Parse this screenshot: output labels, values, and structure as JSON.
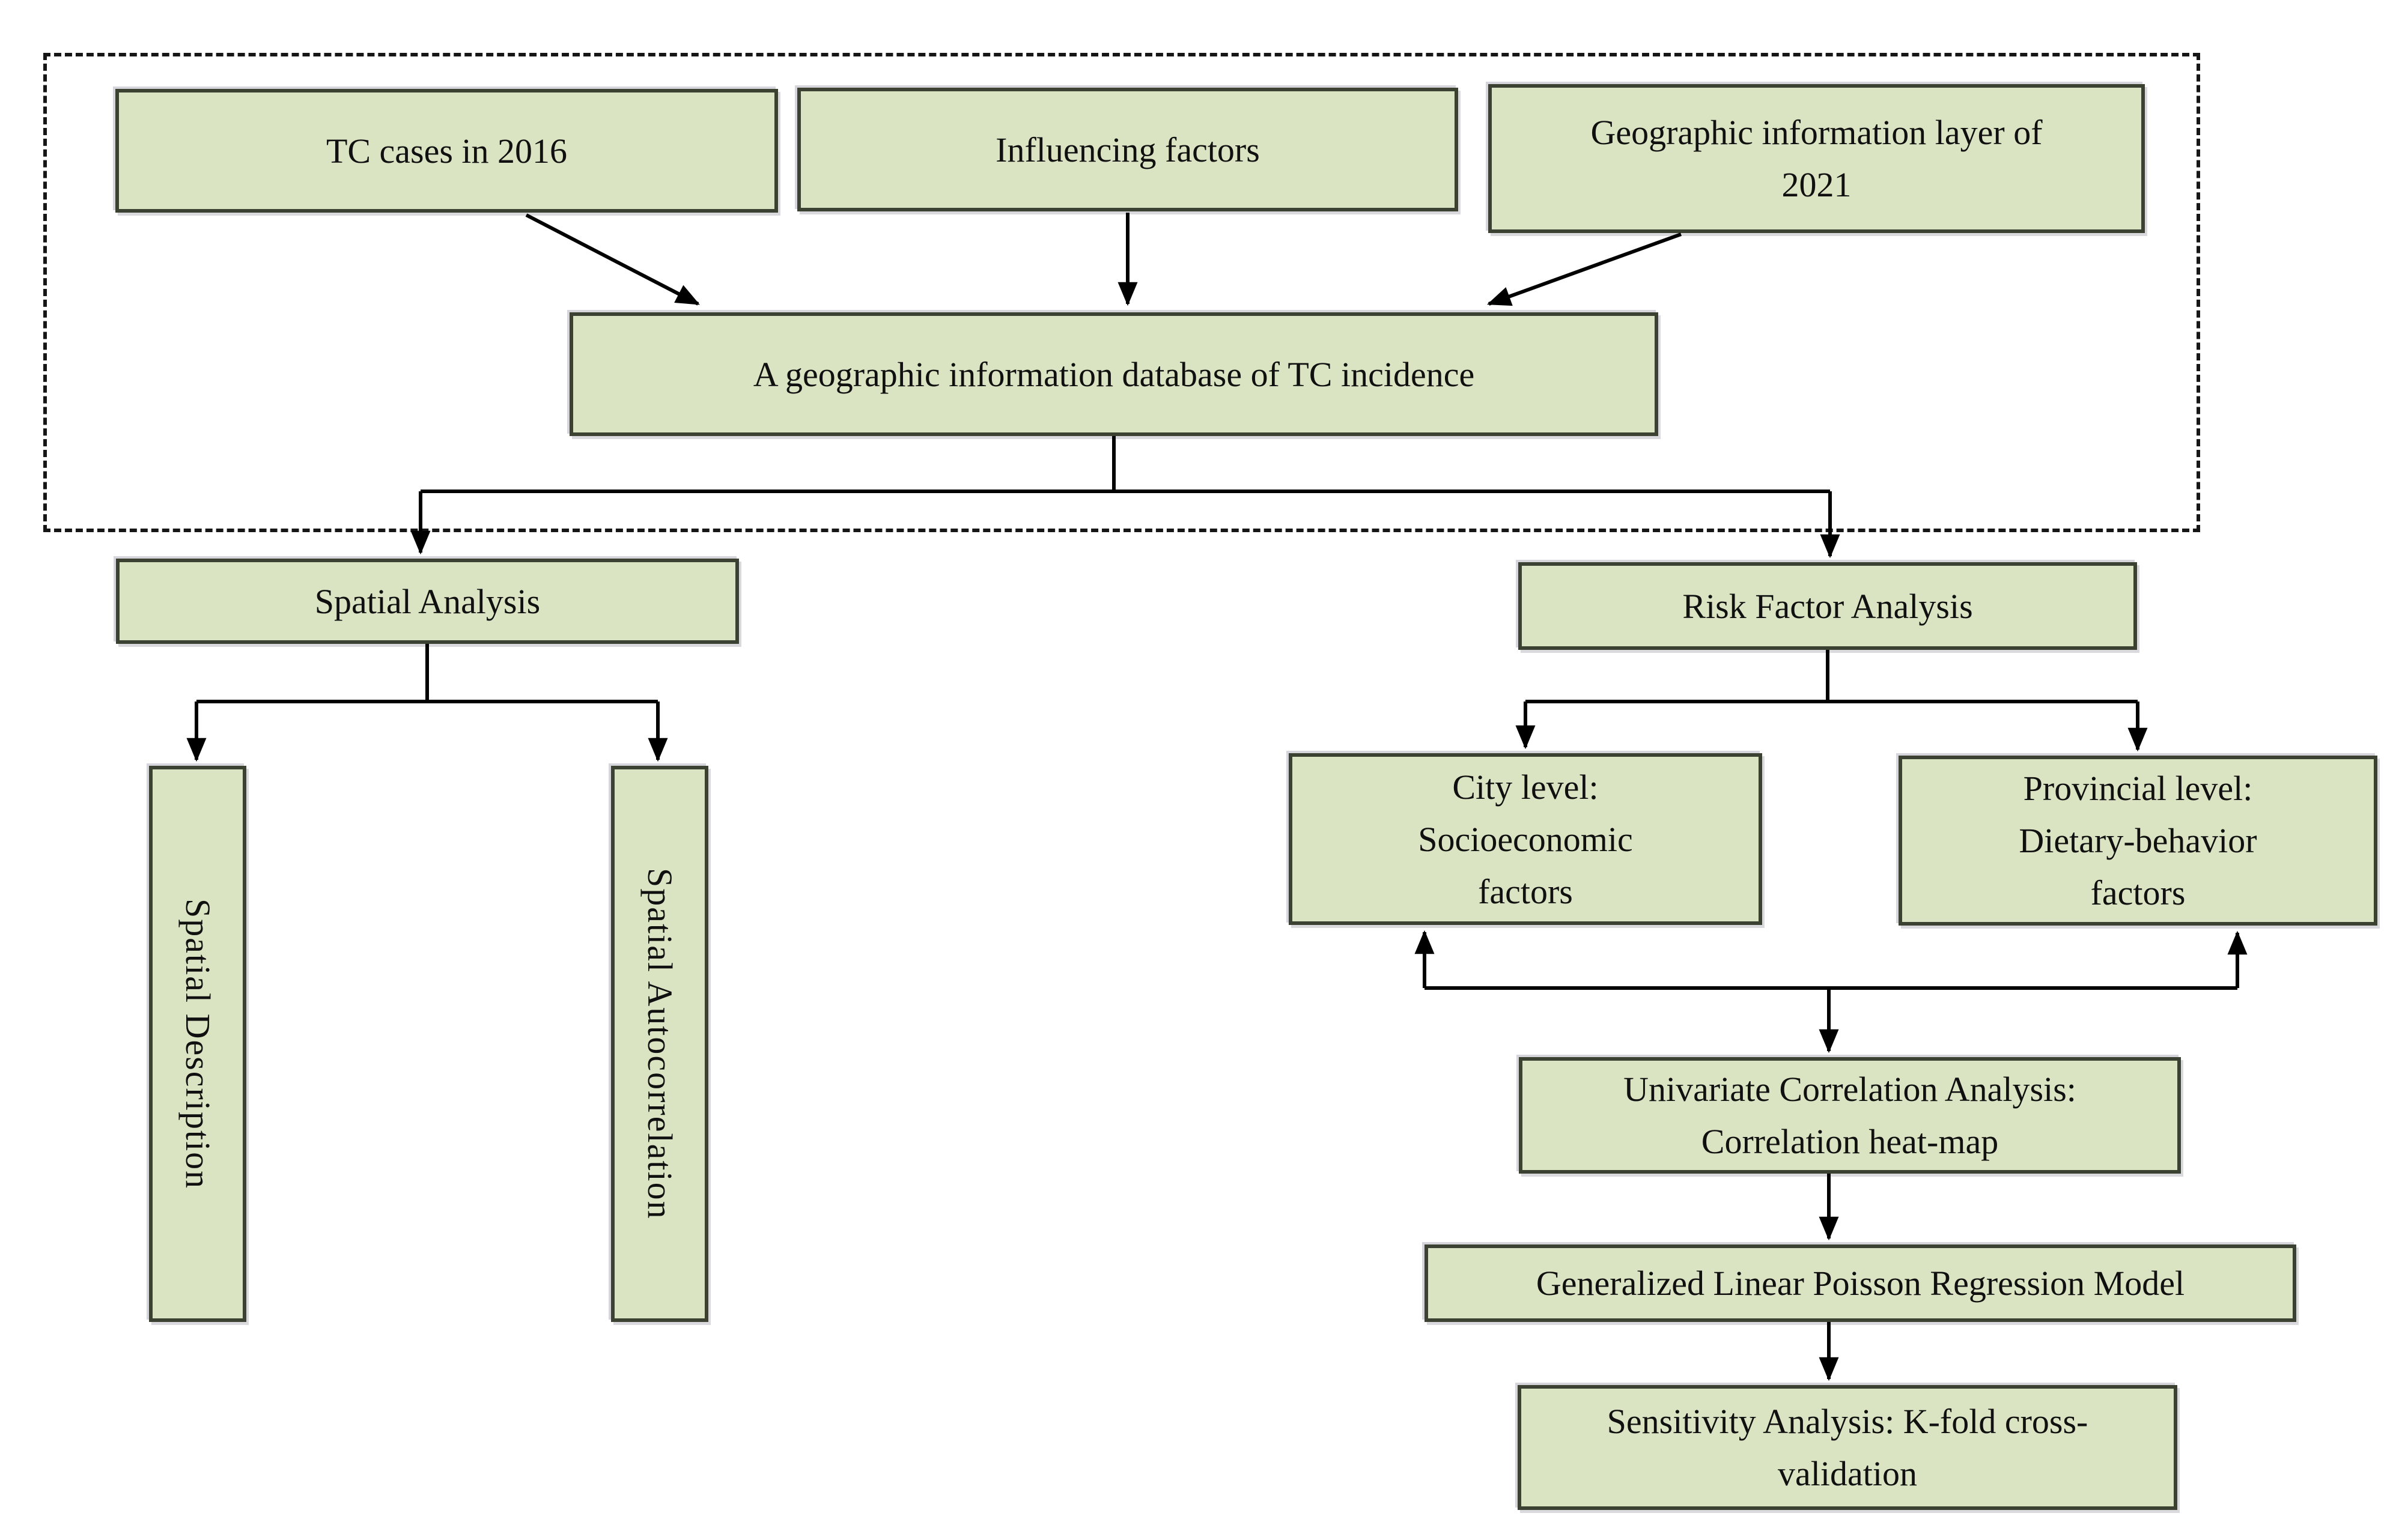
{
  "figure": {
    "type": "flowchart",
    "background": "#ffffff",
    "colors": {
      "node_fill": "#dae3c2",
      "node_border": "#3b4232",
      "connector": "#000000",
      "dashed_group_border": "#161616",
      "text": "#101010"
    },
    "nodes": {
      "tc_cases": "TC cases in 2016",
      "influencing_factors": "Influencing factors",
      "geo_layer": "Geographic information layer of\n2021",
      "database": "A geographic  information database of TC incidence",
      "spatial_analysis": "Spatial Analysis",
      "risk_factor_analysis": "Risk Factor Analysis",
      "spatial_description": "Spatial Description",
      "spatial_autocorrelation": "Spatial Autocorrelation",
      "city_level": "City level:\nSocioeconomic\nfactors",
      "provincial_level": "Provincial level:\nDietary-behavior\nfactors",
      "univariate": "Univariate Correlation Analysis:\nCorrelation heat-map",
      "glm": "Generalized Linear Poisson  Regression  Model",
      "sensitivity": "Sensitivity Analysis: K-fold  cross-\nvalidation"
    }
  }
}
